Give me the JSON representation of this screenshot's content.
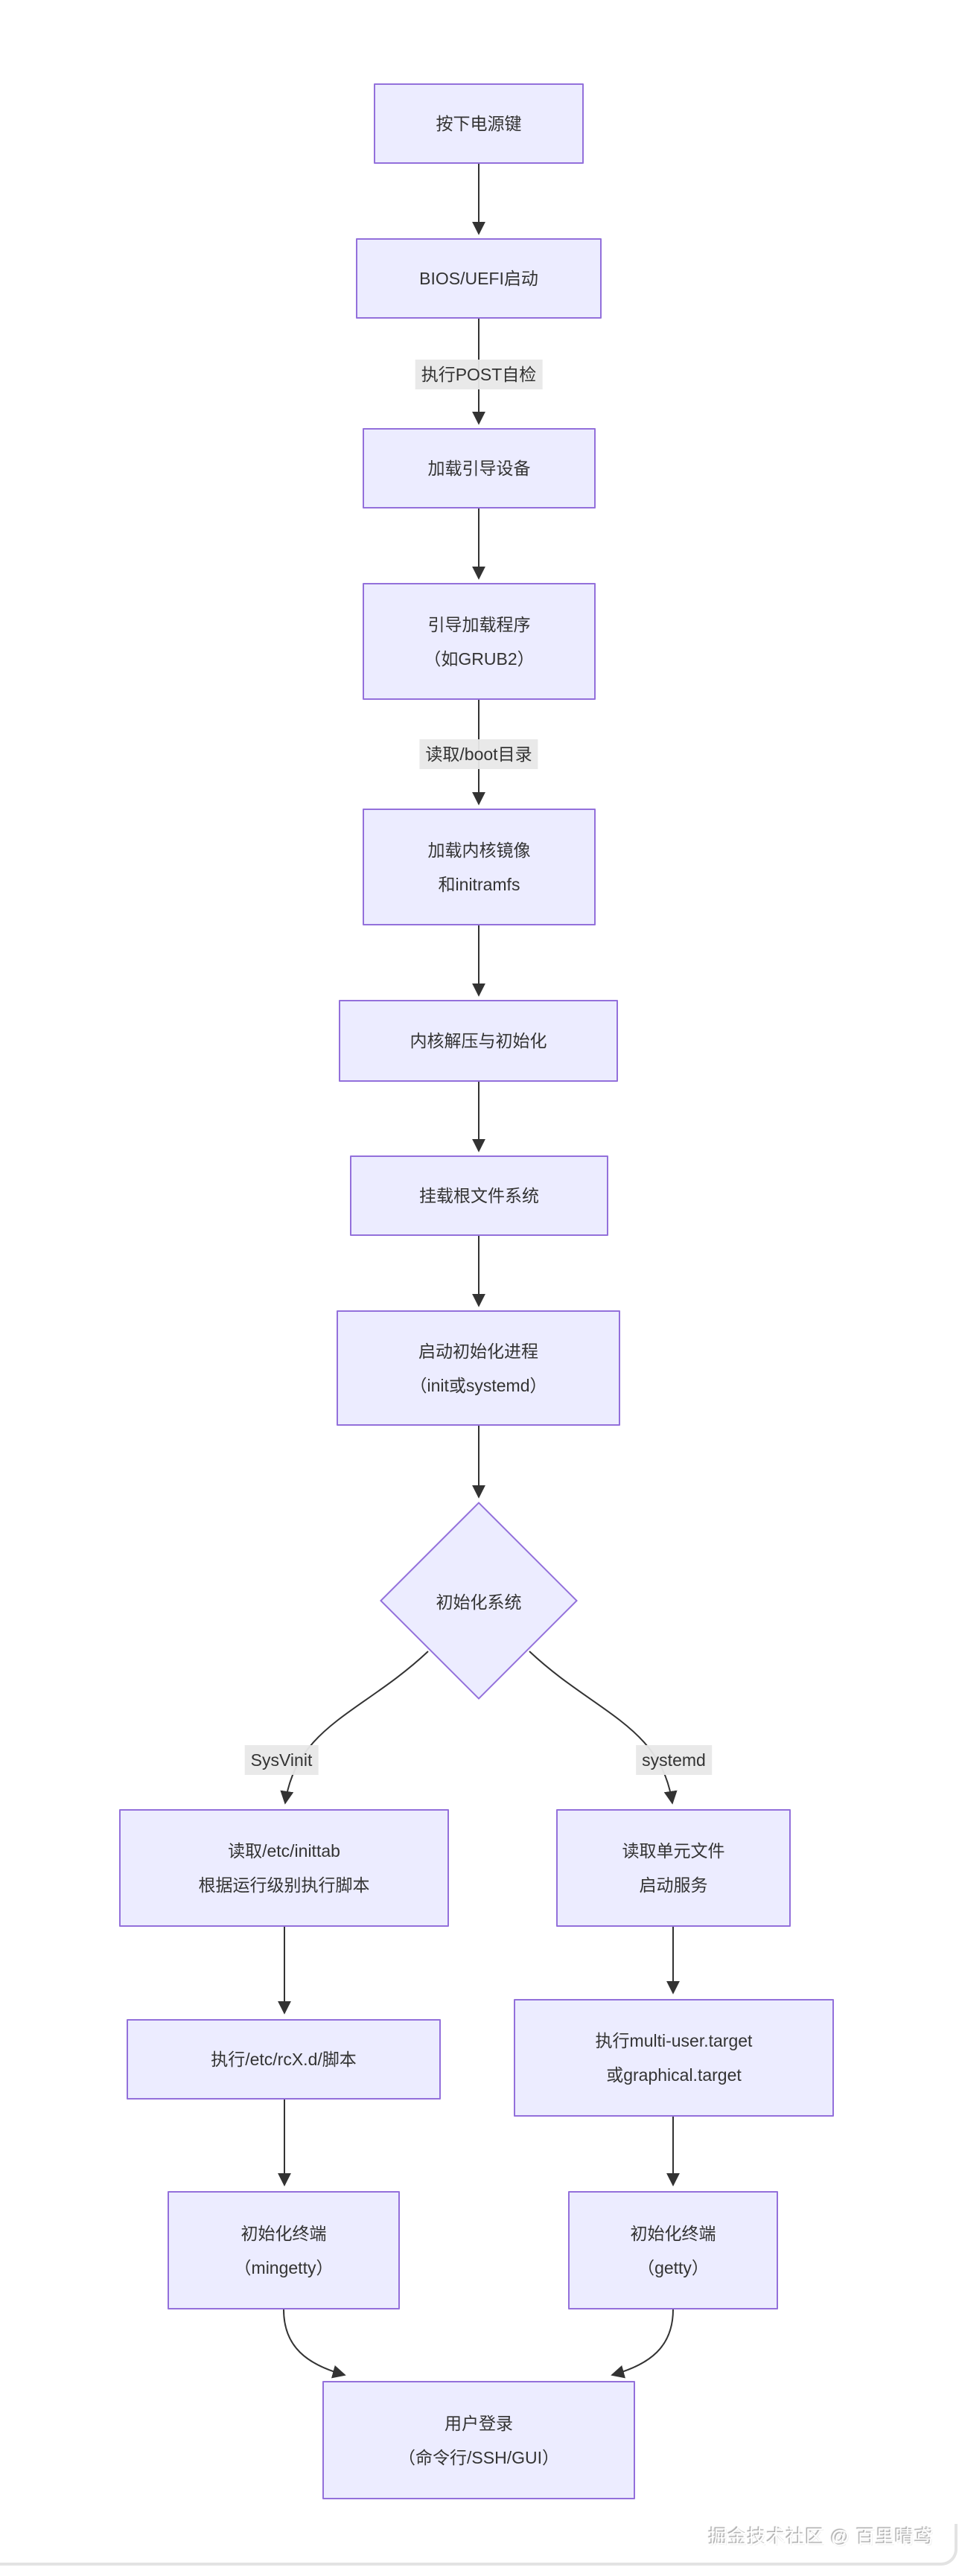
{
  "nodes": {
    "power": {
      "label": "按下电源键"
    },
    "bios": {
      "label": "BIOS/UEFI启动"
    },
    "boot_device": {
      "label": "加载引导设备"
    },
    "boot_loader": {
      "line1": "引导加载程序",
      "line2": "（如GRUB2）"
    },
    "kernel_image": {
      "line1": "加载内核镜像",
      "line2": "和initramfs"
    },
    "kernel_init": {
      "label": "内核解压与初始化"
    },
    "mount_rootfs": {
      "label": "挂载根文件系统"
    },
    "init_process": {
      "line1": "启动初始化进程",
      "line2": "（init或systemd）"
    },
    "decision": {
      "label": "初始化系统"
    },
    "sysv_read": {
      "line1": "读取/etc/inittab",
      "line2": "根据运行级别执行脚本"
    },
    "systemd_read": {
      "line1": "读取单元文件",
      "line2": "启动服务"
    },
    "sysv_exec": {
      "label": "执行/etc/rcX.d/脚本"
    },
    "systemd_exec": {
      "line1": "执行multi-user.target",
      "line2": "或graphical.target"
    },
    "sysv_tty": {
      "line1": "初始化终端",
      "line2": "（mingetty）"
    },
    "systemd_tty": {
      "line1": "初始化终端",
      "line2": "（getty）"
    },
    "login": {
      "line1": "用户登录",
      "line2": "（命令行/SSH/GUI）"
    }
  },
  "edge_labels": {
    "post": "执行POST自检",
    "boot_dir": "读取/boot目录",
    "sysvinit": "SysVinit",
    "systemd": "systemd"
  },
  "watermark": "掘金技术社区 @ 百里晴鸢",
  "colors": {
    "node_fill": "#ECECFF",
    "node_border": "#9370DB",
    "edge_stroke": "#333333",
    "edge_label_bg": "#e8e8e8",
    "text": "#333333",
    "background": "#ffffff"
  }
}
